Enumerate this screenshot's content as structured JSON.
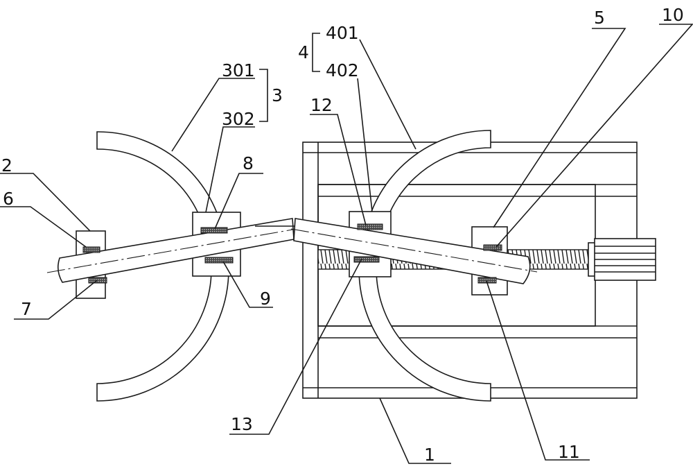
{
  "labels": {
    "l1": "1",
    "l2": "2",
    "l3": "3",
    "l4": "4",
    "l5": "5",
    "l6": "6",
    "l7": "7",
    "l8": "8",
    "l9": "9",
    "l10": "10",
    "l11": "11",
    "l12": "12",
    "l13": "13",
    "l301": "301",
    "l302": "302",
    "l401": "401",
    "l402": "402"
  }
}
